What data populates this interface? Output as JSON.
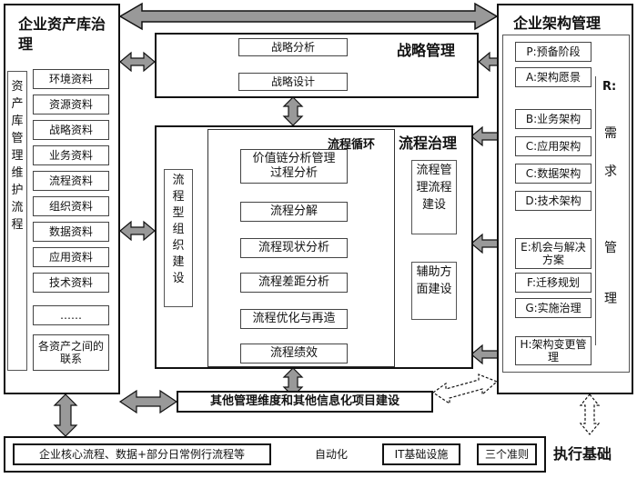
{
  "left_panel": {
    "title": "企业资产库治理",
    "vertical_label": "资产库管理维护流程",
    "items": [
      "环境资料",
      "资源资料",
      "战略资料",
      "业务资料",
      "流程资料",
      "组织资料",
      "数据资料",
      "应用资料",
      "技术资料",
      "……",
      "各资产之间的联系"
    ]
  },
  "strategy": {
    "title": "战略管理",
    "items": [
      "战略分析",
      "战略设计"
    ]
  },
  "process_gov": {
    "title": "流程治理",
    "cycle_title": "流程循环",
    "org_label": "流程型组织建设",
    "steps": [
      "价值链分析管理过程分析",
      "流程分解",
      "流程现状分析",
      "流程差距分析",
      "流程优化与再造",
      "流程绩效"
    ],
    "right_items": [
      "流程管理流程建设",
      "辅助方面建设"
    ]
  },
  "ea_panel": {
    "title": "企业架构管理",
    "items": [
      "P:预备阶段",
      "A:架构愿景",
      "B:业务架构",
      "C:应用架构",
      "C:数据架构",
      "D:技术架构",
      "E:机会与解决方案",
      "F:迁移规划",
      "G:实施治理",
      "H:架构变更管理"
    ],
    "req_label_top": "R:",
    "req_label_chars": [
      "需",
      "求",
      "管",
      "理"
    ]
  },
  "other_bar": {
    "label": "其他管理维度和其他信息化项目建设"
  },
  "execution": {
    "title": "执行基础",
    "core": "企业核心流程、数据+部分日常例行流程等",
    "automation": "自动化",
    "it": "IT基础设施",
    "rules": "三个准则"
  }
}
